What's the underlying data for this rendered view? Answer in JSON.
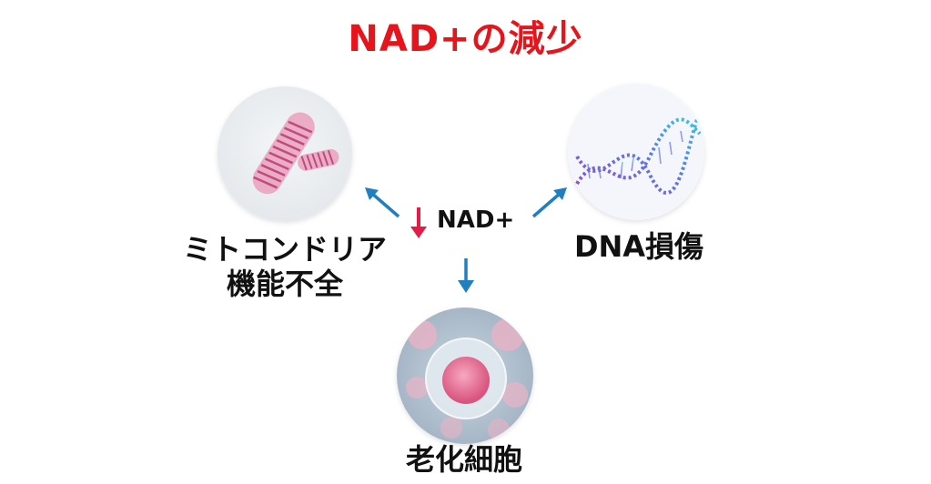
{
  "title": "NAD+の減少",
  "center": {
    "label": "NAD+"
  },
  "nodes": {
    "mito": {
      "line1": "ミトコンドリア",
      "line2": "機能不全"
    },
    "dna": {
      "label": "DNA損傷"
    },
    "cell": {
      "label": "老化細胞"
    }
  },
  "colors": {
    "title": "#e8141b",
    "decrease_arrow": "#e11d48",
    "flow_arrow": "#1f7fc0"
  }
}
